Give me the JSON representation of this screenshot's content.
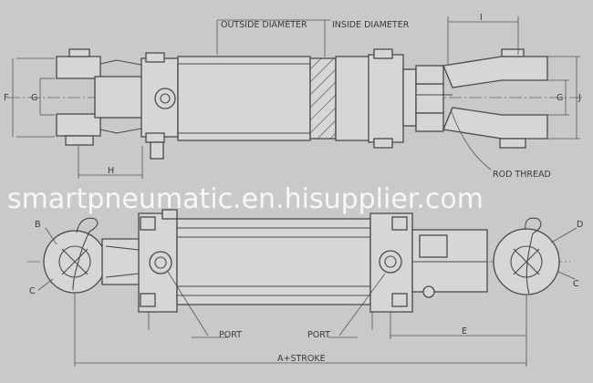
{
  "labels": {
    "outside_diameter": "OUTSIDE DIAMETER",
    "inside_diameter": "INSIDE DIAMETER",
    "rod_thread": "ROD THREAD",
    "dim_i": "I",
    "dim_f": "F",
    "dim_g_left": "G",
    "dim_g_right": "G",
    "dim_j": "J",
    "dim_h": "H",
    "dim_b": "B",
    "dim_c_left": "C",
    "dim_d": "D",
    "dim_c_right": "C",
    "port_left": "PORT",
    "port_right": "PORT",
    "dim_e": "E",
    "dim_a_stroke": "A+STROKE"
  },
  "watermark": "smartpneumatic.en.hisupplier.com",
  "colors": {
    "background": "#c9c9c7",
    "line": "#4a4a4a",
    "watermark": "#ffffff"
  }
}
